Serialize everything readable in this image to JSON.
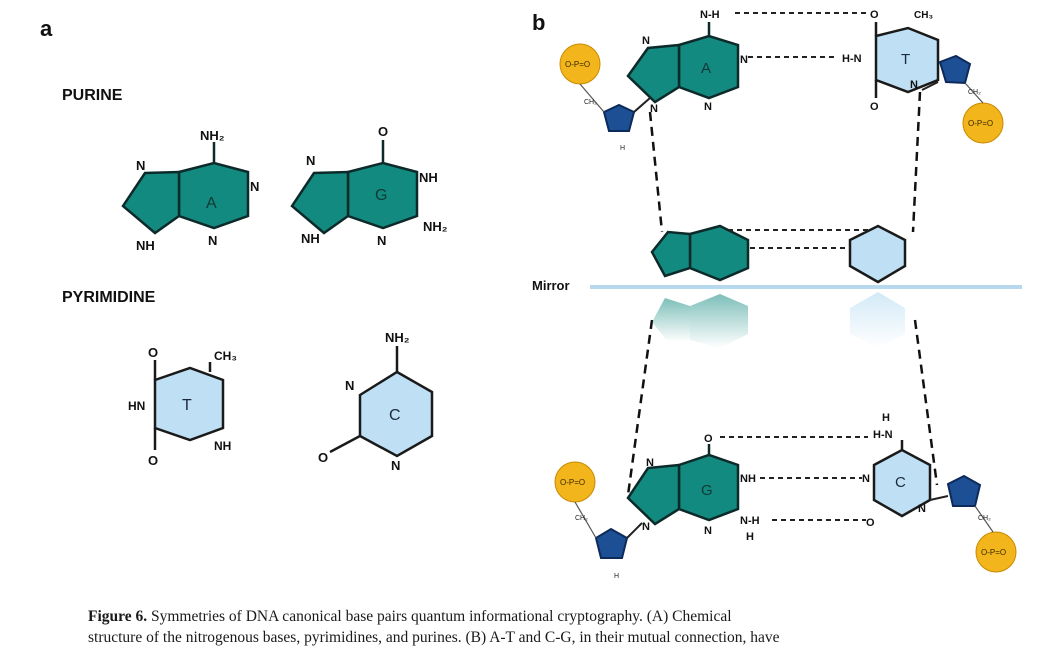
{
  "panel_a": {
    "label": "a",
    "purine_title": "PURINE",
    "pyrimidine_title": "PYRIMIDINE",
    "adenine": {
      "letter": "A",
      "nh2": "NH₂",
      "n1": "N",
      "n2": "N",
      "n3": "N",
      "nh": "NH"
    },
    "guanine": {
      "letter": "G",
      "o": "O",
      "nh": "NH",
      "nh2": "NH₂",
      "n1": "N",
      "n2": "N",
      "nh9": "NH"
    },
    "thymine": {
      "letter": "T",
      "ch3": "CH₃",
      "o1": "O",
      "o2": "O",
      "hn": "HN",
      "nh": "NH"
    },
    "cytosine": {
      "letter": "C",
      "nh2": "NH₂",
      "n1": "N",
      "n2": "N",
      "o": "O"
    }
  },
  "panel_b": {
    "label": "b",
    "mirror_label": "Mirror",
    "top_pair": {
      "a_letter": "A",
      "t_letter": "T",
      "nh_top": "N-H",
      "hn": "H-N",
      "ch3": "CH₃",
      "n_a1": "N",
      "n_a2": "N",
      "n_a3": "N",
      "n_a4": "N",
      "o_t1": "O",
      "o_t2": "O",
      "n_t": "N"
    },
    "bottom_pair": {
      "g_letter": "G",
      "c_letter": "C",
      "o_g": "O",
      "nh_g": "NH",
      "nh_bottom": "N-H",
      "h_bottom": "H",
      "hn_c": "H-N",
      "h_c": "H",
      "n_c": "N",
      "n_c2": "N",
      "o_c": "O",
      "n_g1": "N",
      "n_g2": "N",
      "n_g3": "N"
    },
    "phosphate": "O-P=O",
    "sugar_ch2": "CH₂",
    "sugar_h": "H"
  },
  "caption": {
    "label": "Figure 6.",
    "line1": "Symmetries of DNA canonical base pairs quantum informational cryptography. (A) Chemical",
    "line2": "structure of the nitrogenous bases, pyrimidines, and purines. (B) A-T and C-G, in their mutual connection, have"
  },
  "colors": {
    "purine": "#138a80",
    "pyrimidine": "#bfe0f4",
    "sugar": "#1d4f94",
    "phosphate": "#f3b51c",
    "mirror": "#b6d9f0"
  }
}
